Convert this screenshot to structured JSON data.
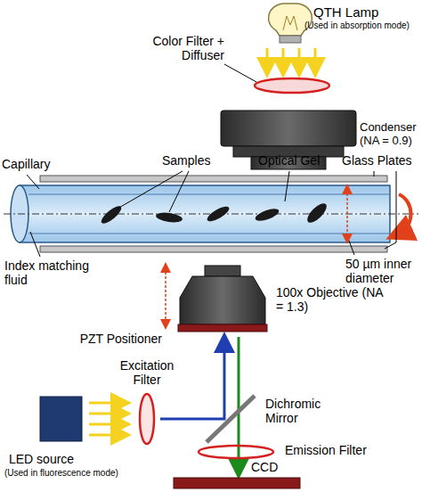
{
  "diagram": {
    "labels": [
      "QTH Lamp",
      "(Used in absorption mode)",
      "Color Filter + Diffuser",
      "Condenser (NA = 0.9)",
      "Capillary",
      "Samples",
      "Optical Gel",
      "Glass Plates",
      "Index matching fluid",
      "50 µm inner diameter",
      "100x Objective (NA = 1.3)",
      "PZT Positioner",
      "Excitation Filter",
      "Dichromic Mirror",
      "LED source",
      "(Used in fluorescence mode)",
      "Emission Filter",
      "CCD"
    ]
  }
}
